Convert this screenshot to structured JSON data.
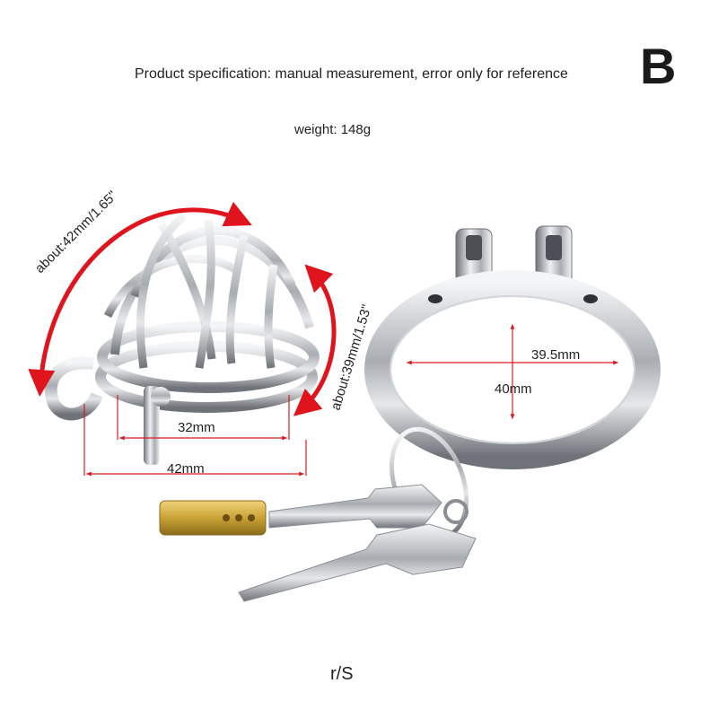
{
  "header": {
    "spec_text": "Product specification: manual measurement, error only for reference",
    "variant_badge": "B",
    "weight_text": "weight: 148g"
  },
  "dimensions": {
    "cage_arc_length": "about:42mm/1.65\"",
    "cage_height": "about:39mm/1.53\"",
    "cage_inner_width": "32mm",
    "cage_outer_width": "42mm",
    "ring_width": "39.5mm",
    "ring_height": "40mm"
  },
  "footer": {
    "size_label": "r/S"
  },
  "colors": {
    "arrow_red": "#e0141c",
    "measure_line": "#d81b23",
    "steel_dark": "#7c8086",
    "steel_light": "#eef0f2",
    "brass": "#c9a235"
  }
}
